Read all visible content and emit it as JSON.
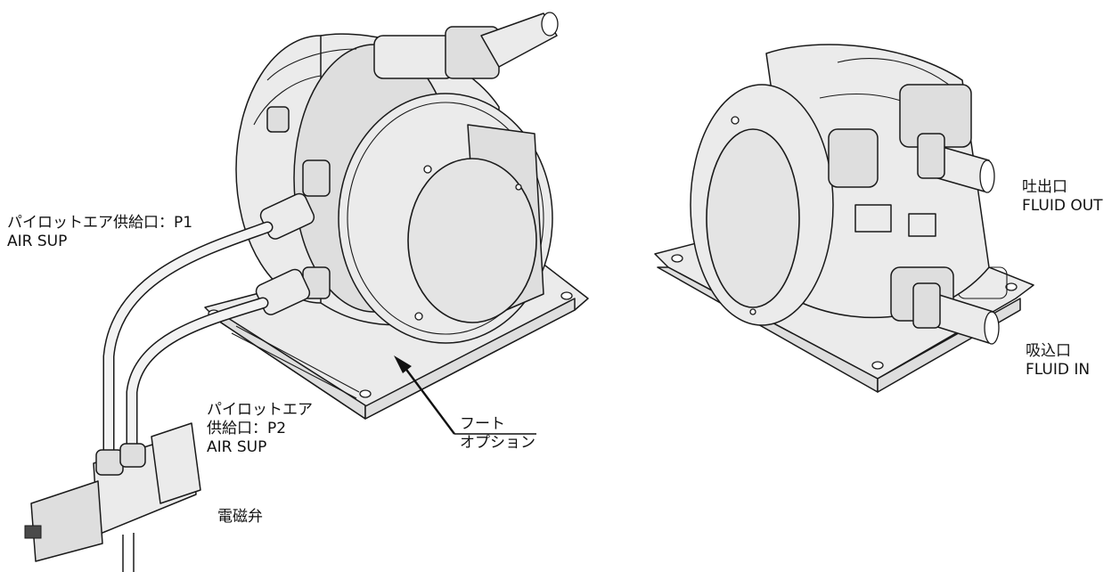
{
  "labels": {
    "pilot_air_p1": [
      "パイロットエア供給口：P1",
      "AIR SUP"
    ],
    "pilot_air_p2": [
      "パイロットエア",
      "供給口：P2",
      "AIR SUP"
    ],
    "solenoid_valve": "電磁弁",
    "foot_option": [
      "フート",
      "オプション"
    ],
    "fluid_out": [
      "吐出口",
      "FLUID OUT"
    ],
    "fluid_in": [
      "吸込口",
      "FLUID IN"
    ]
  },
  "colors": {
    "line": "#1a1a1a",
    "body_fill": "#ebebeb",
    "face_fill": "#e4e4e4",
    "background": "#ffffff"
  },
  "icons": {
    "callout_arrow": "arrowhead-icon"
  }
}
